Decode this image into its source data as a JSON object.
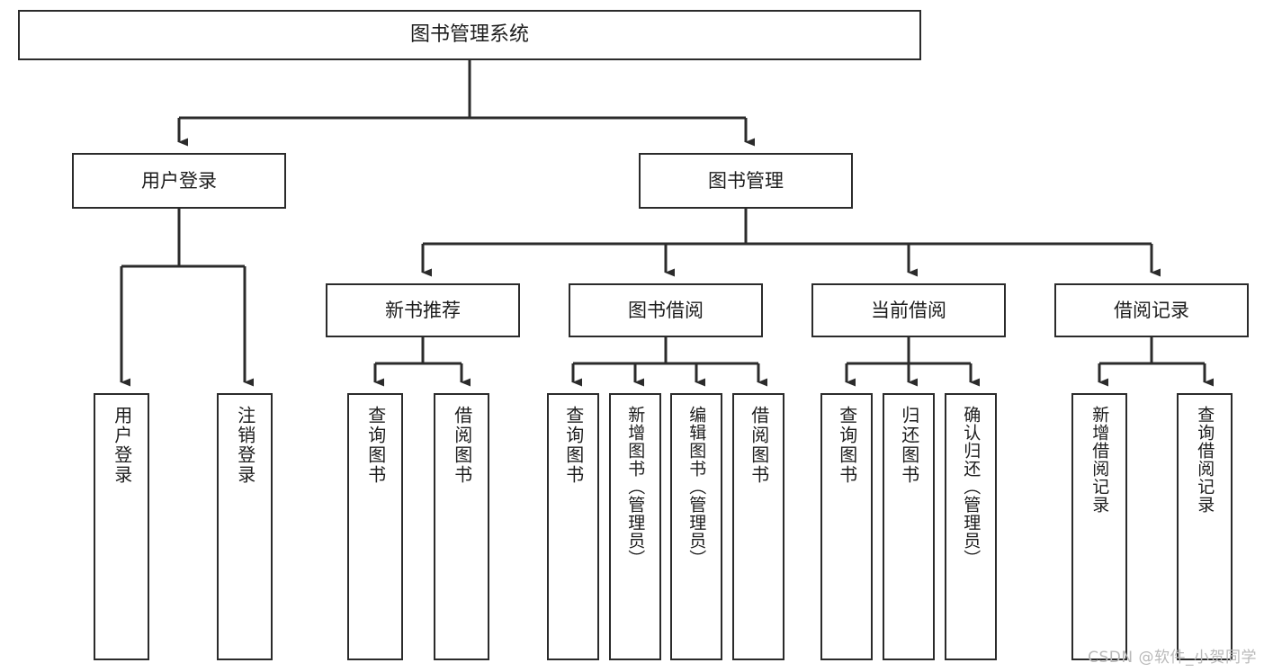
{
  "diagram": {
    "title": "图书管理系统",
    "type": "tree-hierarchy",
    "root": {
      "label": "图书管理系统"
    },
    "level2": [
      {
        "label": "用户登录"
      },
      {
        "label": "图书管理"
      }
    ],
    "level3": [
      {
        "label": "新书推荐"
      },
      {
        "label": "图书借阅"
      },
      {
        "label": "当前借阅"
      },
      {
        "label": "借阅记录"
      }
    ],
    "leaves": {
      "user_login": [
        {
          "label": "用户登录"
        },
        {
          "label": "注销登录"
        }
      ],
      "new_book_recommend": [
        {
          "label": "查询图书"
        },
        {
          "label": "借阅图书"
        }
      ],
      "book_borrow": [
        {
          "label": "查询图书"
        },
        {
          "label": "新增图书（管理员）"
        },
        {
          "label": "编辑图书（管理员）"
        },
        {
          "label": "借阅图书"
        }
      ],
      "current_borrow": [
        {
          "label": "查询图书"
        },
        {
          "label": "归还图书"
        },
        {
          "label": "确认归还（管理员）"
        }
      ],
      "borrow_record": [
        {
          "label": "新增借阅记录"
        },
        {
          "label": "查询借阅记录"
        }
      ]
    }
  },
  "watermark": {
    "text": "CSDN @软件_小贺同学"
  },
  "colors": {
    "box_border": "#2b2b2b",
    "box_fill": "#ffffff",
    "connector": "#2b2b2b",
    "text": "#1d1d1d",
    "watermark": "#b9b9b9",
    "background": "#ffffff"
  }
}
